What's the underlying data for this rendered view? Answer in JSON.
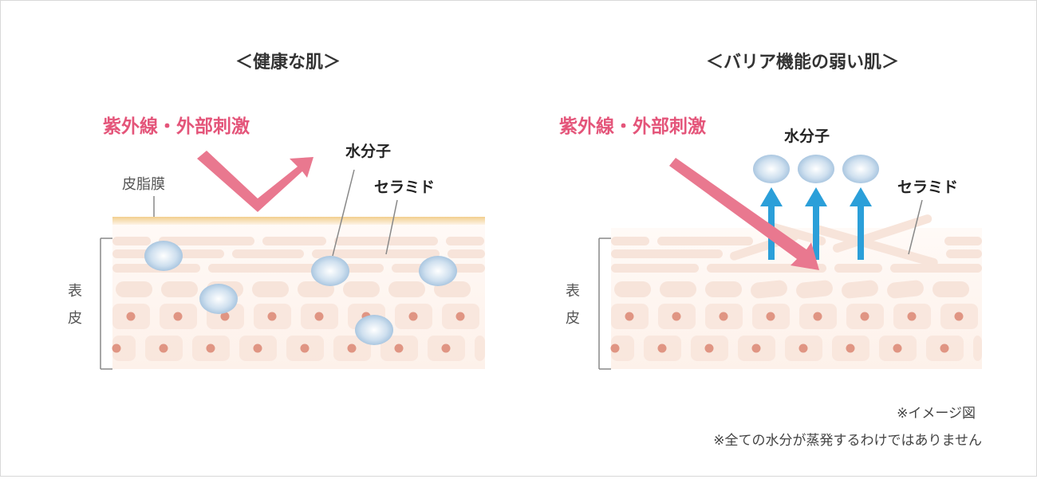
{
  "healthy": {
    "title": "＜健康な肌＞",
    "stimulus_label": "紫外線・外部刺激",
    "water_label": "水分子",
    "ceramide_label": "セラミド",
    "sebum_label": "皮脂膜",
    "epidermis_label_1": "表",
    "epidermis_label_2": "皮"
  },
  "weak": {
    "title": "＜バリア機能の弱い肌＞",
    "stimulus_label": "紫外線・外部刺激",
    "water_label": "水分子",
    "ceramide_label": "セラミド",
    "epidermis_label_1": "表",
    "epidermis_label_2": "皮"
  },
  "notes": {
    "image_note": "※イメージ図",
    "evaporation_note": "※全ての水分が蒸発するわけではありません"
  },
  "colors": {
    "stimulus_text": "#e4557a",
    "stimulus_arrow": "#e9788f",
    "water_arrow": "#2b9fd9",
    "cell": "#f7e4da",
    "nucleus": "#e09583"
  }
}
